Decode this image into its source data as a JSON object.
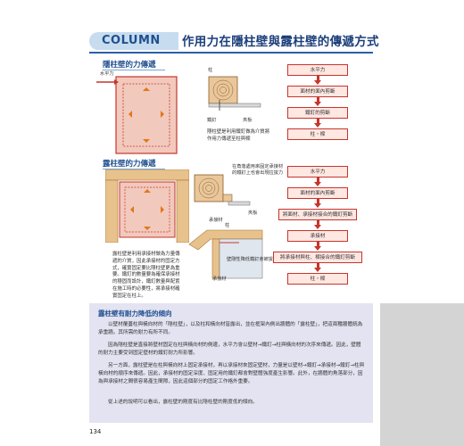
{
  "header": {
    "column_label": "COLUMN",
    "title": "作用力在隱柱壁與露柱壁的傳遞方式"
  },
  "section1": {
    "heading": "隱柱壁的力傳遞",
    "horizontal_force_label": "水平力",
    "post_label": "柱",
    "nail_label": "鐵釘",
    "sheathing_label": "夾板",
    "caption": "隱柱壁是利用鐵釘做為介質將作用力傳遞至柱與樑",
    "flow": [
      "水平力",
      "面材的面內剪斷",
      "鐵釘的剪斷",
      "柱・樑"
    ]
  },
  "section2": {
    "heading": "露柱壁的力傳遞",
    "post_label": "柱",
    "receiving_member_label": "承接材",
    "sheathing_label": "夾板",
    "corner_note": "在角落處用來固定承接材的鐵釘上也會出現拉拔力",
    "pullout_label": "壁剛性降低鐵釘會被拔出",
    "receiving_member_label2": "承接材",
    "caption": "露柱壁是利用承接材做為力量傳遞的介質，因此承接材的固定方式，確實固定要比隱柱壁更為重要。鐵釘的數量要為確保承接材的穩固而設計，鐵釘數量與配置在施工時的必要性，將承接材確實固定在柱上。",
    "flow": [
      "水平力",
      "面材的面內剪斷",
      "將面材、承接材接合的鐵釘剪斷",
      "承接材",
      "將承接材與柱、樑接合的鐵釘剪斷",
      "柱・樑"
    ]
  },
  "panel": {
    "heading": "露柱壁有耐力降低的傾向",
    "paragraphs": [
      "以壁材覆蓋柱與橫向材的「隱柱壁」，以及柱和橫向材皆露出，並在框架內側出牆體的「露柱壁」，把這兩種牆體統為承重牆，其所需的耐力有所不同。",
      "因為隱柱壁是直接將壁材固定在柱與橫向材的側邊，水平力會以壁材→鐵釘→柱與橫向材的次序來傳遞。因此，壁體的耐力主要受到固定壁材的鐵釘耐力所影響。",
      "另一方面，露柱壁是在柱與橫向材上固定承接材，再以承接材來固定壁材，力量是以壁材→鐵釘→承接材→鐵釘→柱與橫向材的順序來傳遞。因此，承接材的固定深度、固定用的鐵釘都會對壁體強度產生影響。此外，在牆體的角落部分，因為與承接材之間很容易產生間隙，因此這個部分的固定工作格外重要。",
      "從上述的說明可以看出，露柱壁的剛度有比隱柱壁的剛度低的傾向。"
    ]
  },
  "page_number": "134",
  "colors": {
    "accent": "#1f4f8f",
    "flow_border": "#c7352b",
    "flow_fill": "#ffe7e2",
    "panel": "#e3e3f1"
  }
}
